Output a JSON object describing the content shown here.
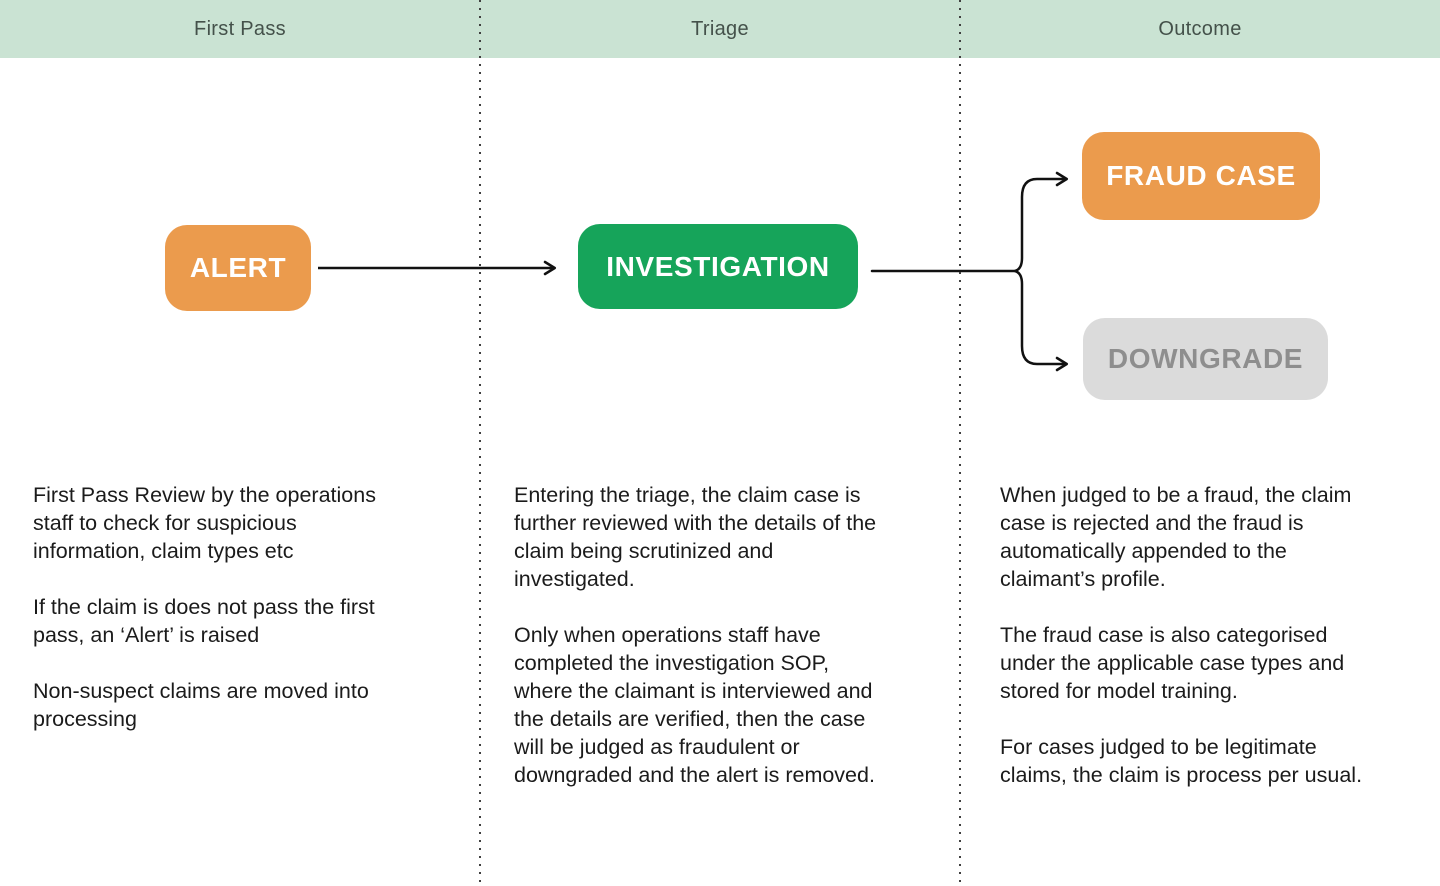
{
  "header": {
    "lanes": [
      {
        "label": "First Pass"
      },
      {
        "label": "Triage"
      },
      {
        "label": "Outcome"
      }
    ]
  },
  "nodes": {
    "alert": {
      "label": "ALERT"
    },
    "investigation": {
      "label": "INVESTIGATION"
    },
    "fraud_case": {
      "label": "FRAUD CASE"
    },
    "downgrade": {
      "label": "DOWNGRADE"
    }
  },
  "colors": {
    "accent_orange": "#eb9b4d",
    "accent_green": "#16a45a",
    "neutral_gray_box": "#dbdbdb",
    "gray_box_text": "#8e8e8e",
    "lane_header_bg": "#cae3d3",
    "lane_header_text": "#44514a",
    "body_text": "#1b1b1b",
    "connector_line": "#111111"
  },
  "lane_notes": {
    "first_pass": {
      "p1": "First Pass Review by the operations\nstaff to check for suspicious\ninformation, claim types etc",
      "p2": "If the claim is does not pass the first\npass, an ‘Alert’ is raised",
      "p3": "Non-suspect claims are moved into\nprocessing"
    },
    "triage": {
      "p1": "Entering the triage, the claim case is\nfurther reviewed with the details of the\nclaim being scrutinized and\ninvestigated.",
      "p2": "Only when operations staff have\ncompleted the investigation SOP,\nwhere the claimant is interviewed and\nthe details are verified, then the case\nwill be judged as fraudulent or\ndowngraded and the alert is removed."
    },
    "outcome": {
      "p1": "When judged to be a fraud, the claim\ncase is rejected and the fraud is\nautomatically appended to the\nclaimant’s profile.",
      "p2": "The fraud case is also categorised\nunder the applicable case types and\nstored for model training.",
      "p3": "For cases judged to be legitimate\nclaims, the claim is process per usual."
    }
  }
}
